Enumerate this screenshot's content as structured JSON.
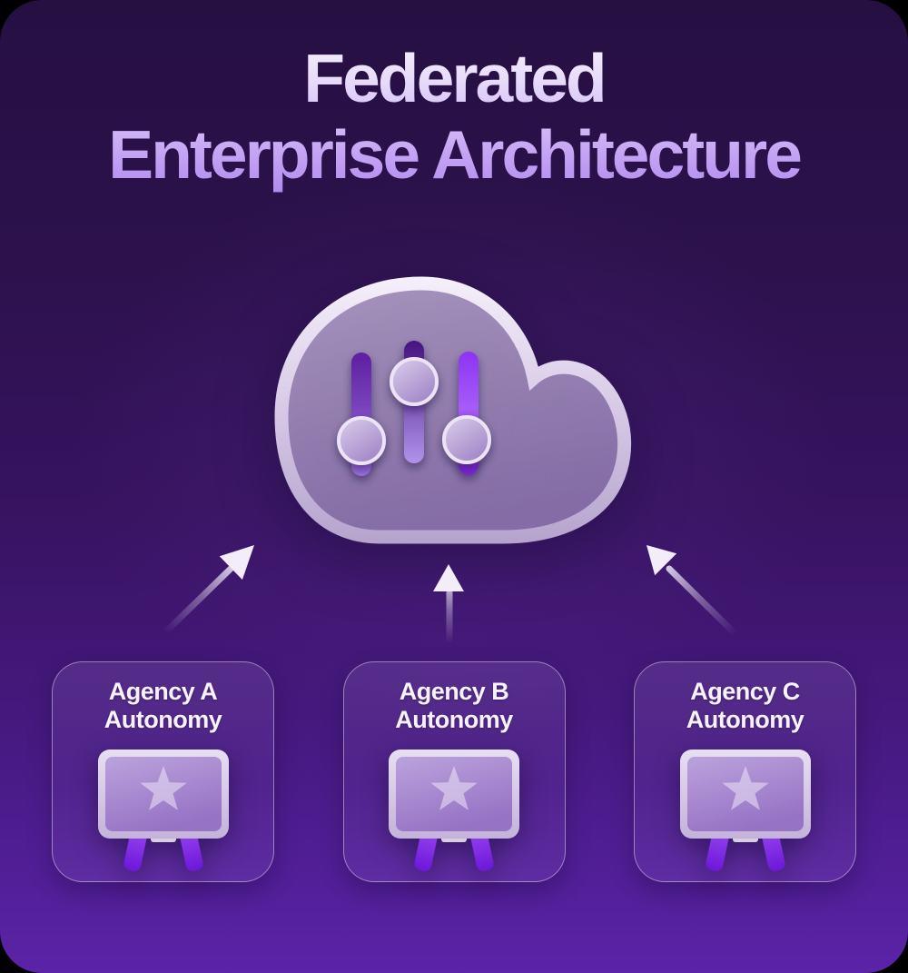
{
  "title": {
    "line1": "Federated",
    "line2": "Enterprise Architecture"
  },
  "central_node": {
    "icon": "cloud-sliders-icon",
    "description_icons": [
      "cloud-icon",
      "vertical-sliders-icon"
    ]
  },
  "arrows": {
    "icon": "arrow-up-icon",
    "count": 3,
    "direction": "from each agency card up to the cloud"
  },
  "cards": [
    {
      "line1": "Agency A",
      "line2": "Autonomy",
      "icon": "presentation-board-star-icon"
    },
    {
      "line1": "Agency B",
      "line2": "Autonomy",
      "icon": "presentation-board-star-icon"
    },
    {
      "line1": "Agency C",
      "line2": "Autonomy",
      "icon": "presentation-board-star-icon"
    }
  ],
  "colors": {
    "background_top": "#261042",
    "background_mid": "#371360",
    "background_bottom": "#5b23a8",
    "title_gradient_top": "#ffffff",
    "title_gradient_bottom": "#b18bef",
    "cloud_outline_light": "#f5f0fb",
    "cloud_outline_dark": "#baa9d2",
    "accent_violet": "#8d33f2",
    "slider_knob": "#d9cdeb",
    "card_border": "rgba(255,255,255,0.42)",
    "card_text": "#f7f3fc",
    "leg_violet": "#7d22e6"
  }
}
